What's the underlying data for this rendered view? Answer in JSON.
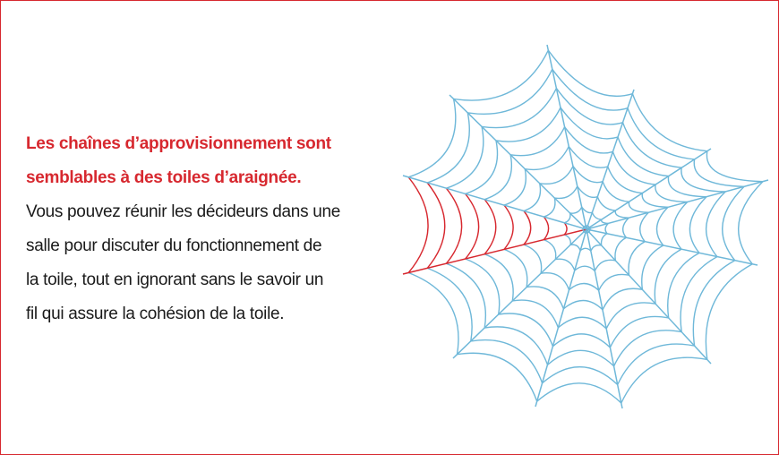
{
  "text": {
    "headline_line1": "Les chaînes d’approvisionnement sont",
    "headline_line2": "semblables à des toiles d’araignée.",
    "body_line1": "Vous pouvez réunir les décideurs dans une",
    "body_line2": "salle pour discuter du fonctionnement de",
    "body_line3": "la toile, tout en ignorant sans le savoir un",
    "body_line4": "fil qui assure la cohésion de la toile."
  },
  "illustration": {
    "icon": "spider-web-icon",
    "web_color": "#6fb8d9",
    "highlight_color": "#d7282f",
    "frame_color": "#d7282f"
  }
}
